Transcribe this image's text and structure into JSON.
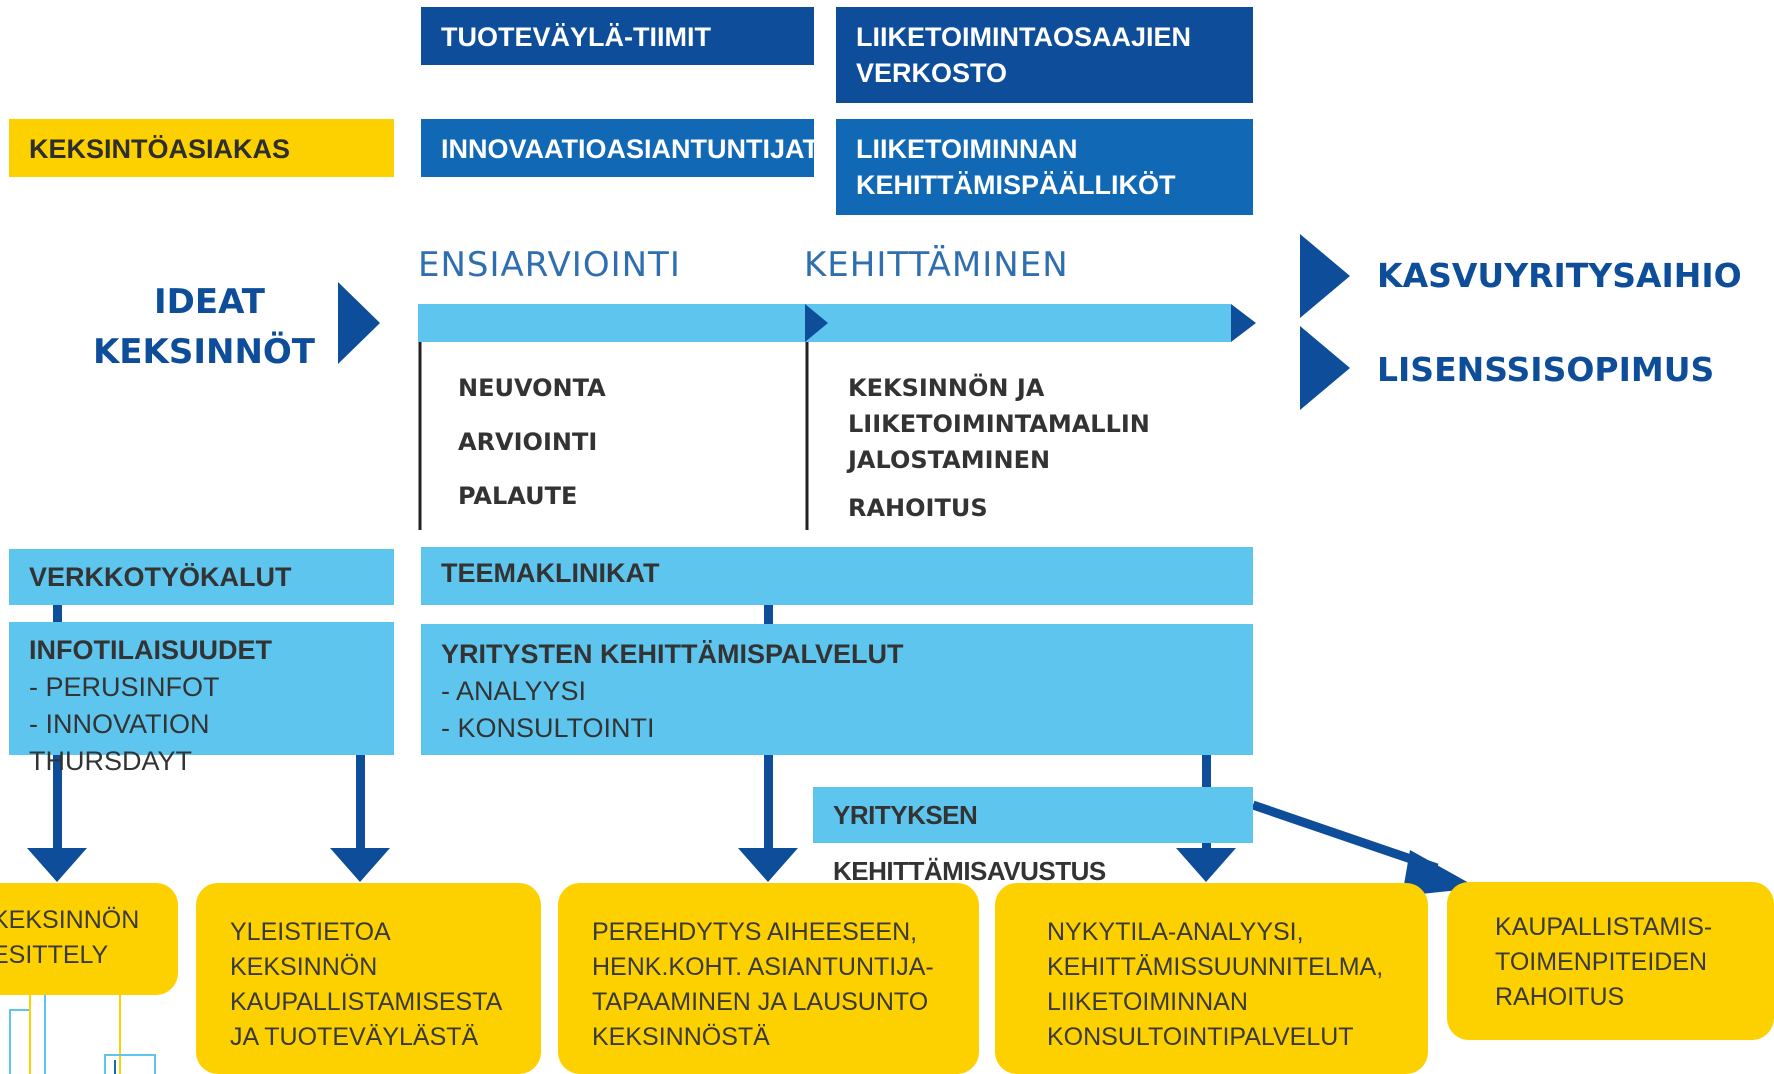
{
  "top_boxes": {
    "tuotevayla": "TUOTEVÄYLÄ-TIIMIT",
    "liiketoimintaosaajien": [
      "LIIKETOIMINTAOSAAJIEN",
      "VERKOSTO"
    ],
    "keksintoasiakas": "KEKSINTÖASIAKAS",
    "innovaatioasiantuntijat": "INNOVAATIOASIANTUNTIJAT",
    "kehittamispaallikot": [
      "LIIKETOIMINNAN",
      "KEHITTÄMISPÄÄLLIKÖT"
    ]
  },
  "ideas": [
    "IDEAT",
    "KEKSINNÖT"
  ],
  "phases": {
    "first": "ENSIARVIOINTI",
    "second": "KEHITTÄMINEN"
  },
  "first_tasks": [
    "NEUVONTA",
    "ARVIOINTI",
    "PALAUTE"
  ],
  "second_tasks": [
    "KEKSINNÖN JA",
    "LIIKETOIMINTAMALLIN",
    "JALOSTAMINEN",
    "RAHOITUS"
  ],
  "outcomes": [
    "KASVUYRITYSAIHIO",
    "LISENSSISOPIMUS"
  ],
  "services": {
    "verkkotyokalut": "VERKKOTYÖKALUT",
    "teemaklinikat": "TEEMAKLINIKAT",
    "infotilaisuudet": {
      "title": "INFOTILAISUUDET",
      "items": [
        "- PERUSINFOT",
        "- INNOVATION THURSDAYT"
      ]
    },
    "kehittamispalvelut": {
      "title": "YRITYSTEN KEHITTÄMISPALVELUT",
      "items": [
        "- ANALYYSI",
        "- KONSULTOINTI"
      ]
    },
    "kehittamisavustus": "YRITYKSEN KEHITTÄMISAVUSTUS"
  },
  "bubbles": [
    [
      "KEKSINNÖN",
      "ESITTELY"
    ],
    [
      "YLEISTIETOA",
      "KEKSINNÖN",
      "KAUPALLISTAMISESTA",
      "JA TUOTEVÄYLÄSTÄ"
    ],
    [
      "PEREHDYTYS AIHEESEEN,",
      "HENK.KOHT. ASIANTUNTIJA-",
      "TAPAAMINEN JA LAUSUNTO",
      "KEKSINNÖSTÄ"
    ],
    [
      "NYKYTILA-ANALYYSI,",
      "KEHITTÄMISSUUNNITELMA,",
      "LIIKETOIMINNAN",
      "KONSULTOINTIPALVELUT"
    ],
    [
      "KAUPALLISTAMIS-",
      "TOIMENPITEIDEN",
      "RAHOITUS"
    ]
  ],
  "colors": {
    "navy": "#0d4d99",
    "blue": "#1168b4",
    "yellow": "#fdd000",
    "light_blue": "#5ec6ee"
  }
}
